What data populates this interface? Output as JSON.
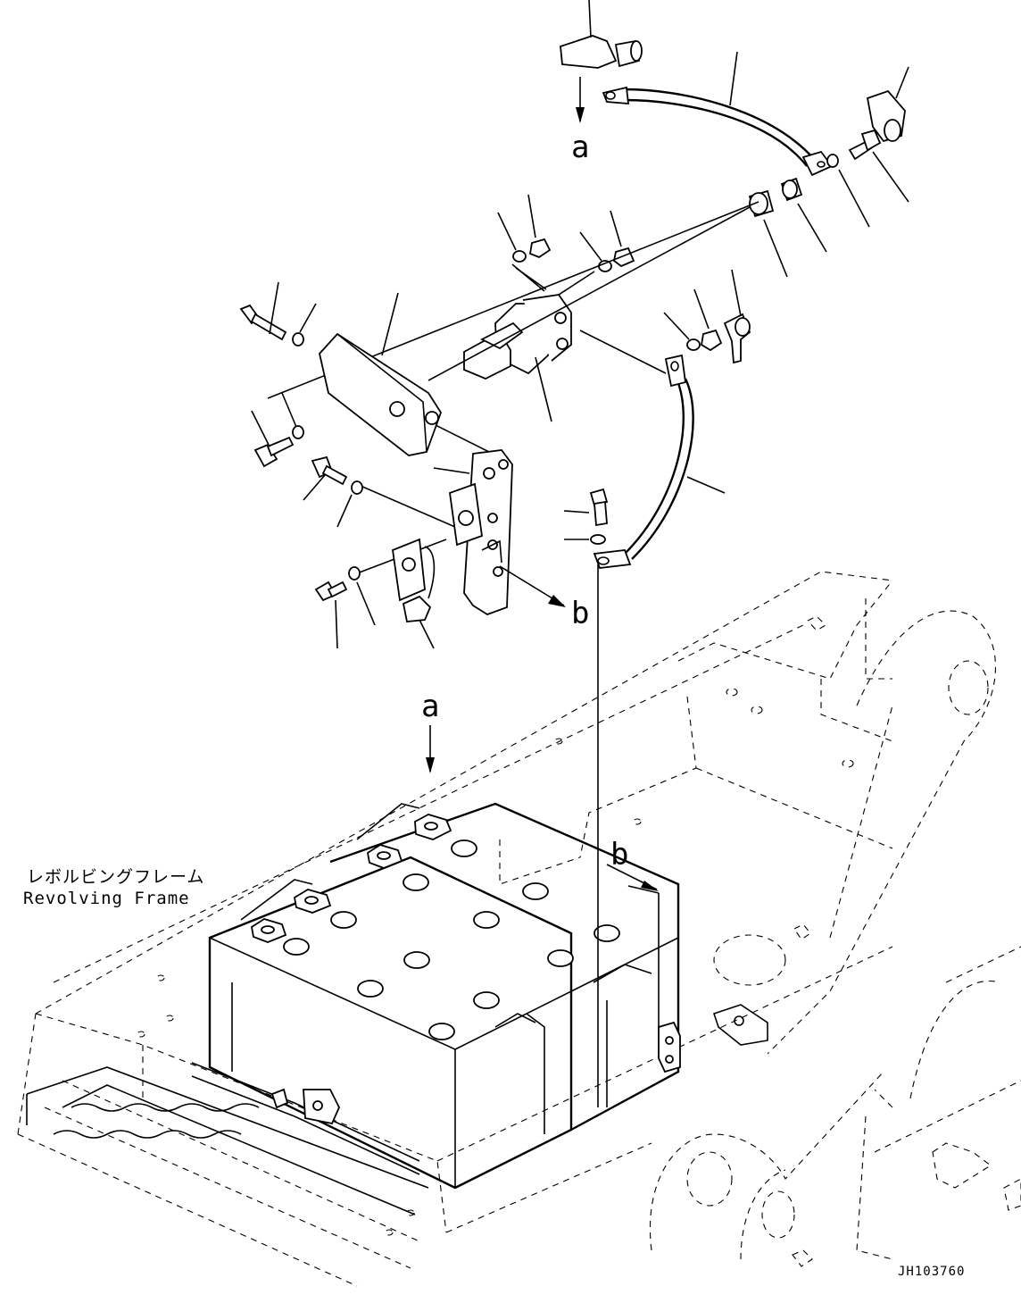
{
  "labels": {
    "ref_a": "a",
    "ref_b": "b",
    "frame_jp": "レボルビングフレーム",
    "frame_en": "Revolving Frame",
    "drawing_code": "JH103760"
  },
  "colors": {
    "line": "#000000",
    "background": "#ffffff"
  }
}
